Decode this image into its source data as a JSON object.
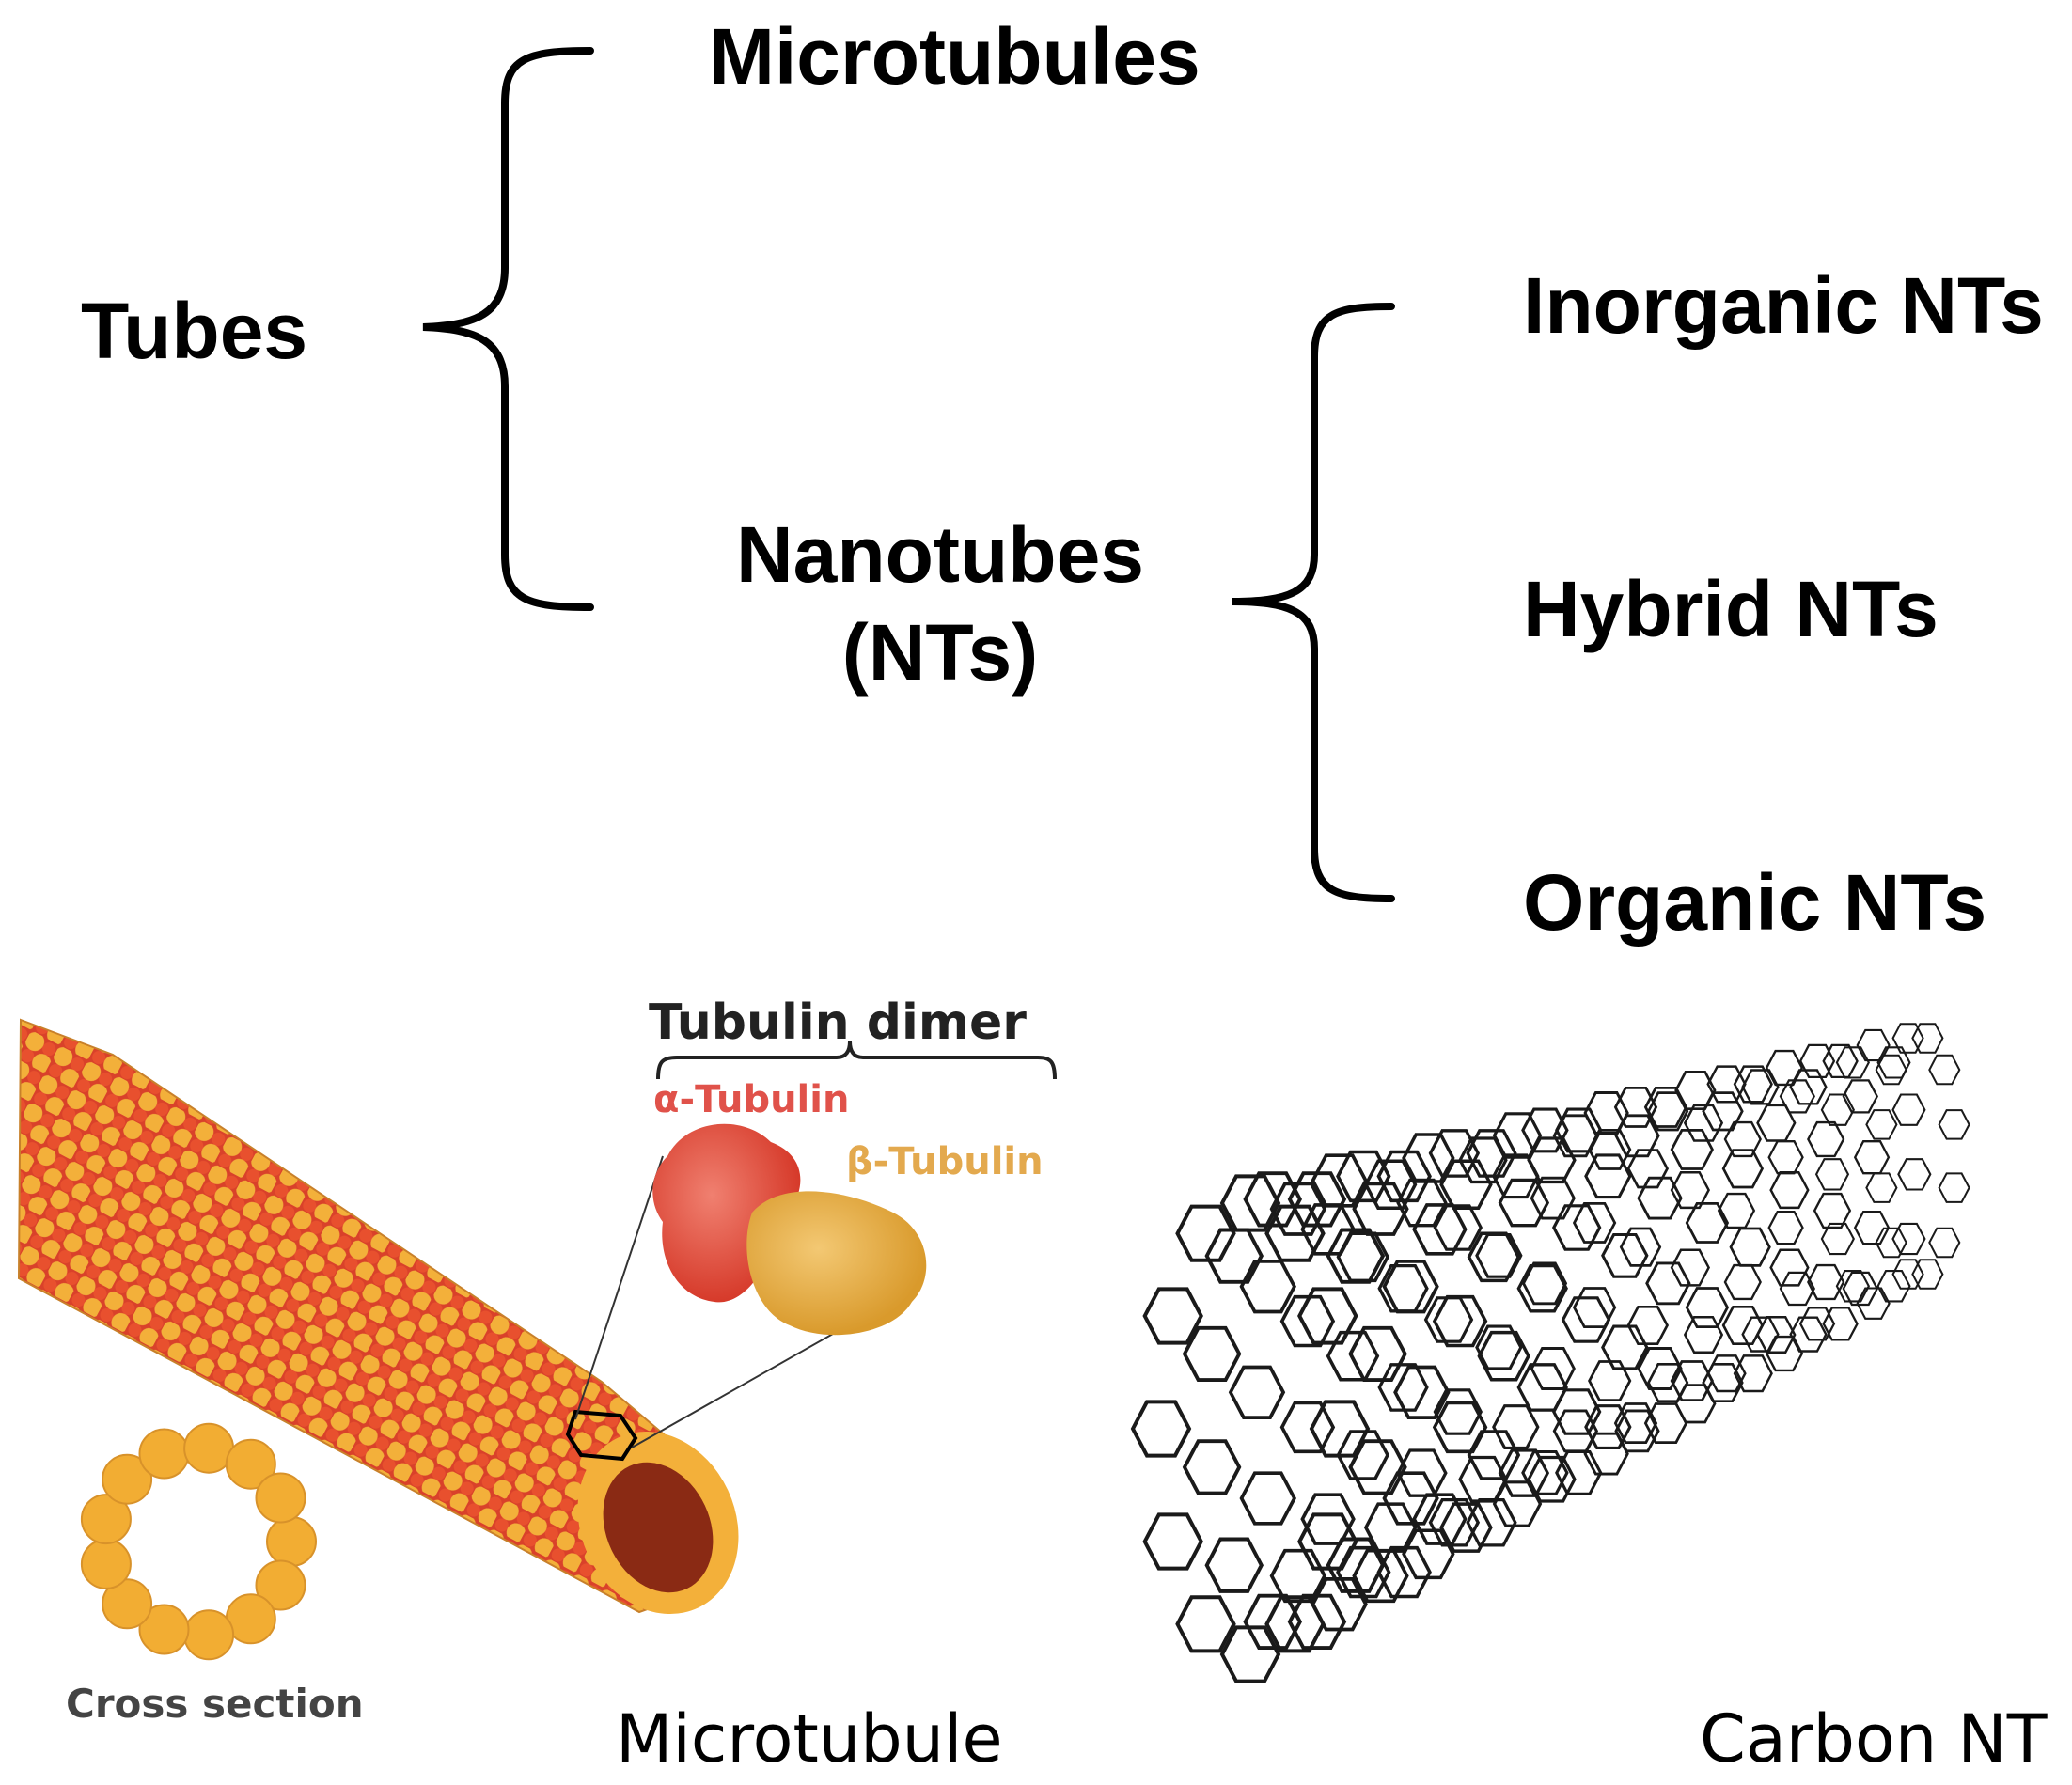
{
  "tree": {
    "root": "Tubes",
    "microtubules": "Microtubules",
    "nanotubes_line1": "Nanotubes",
    "nanotubes_line2": "(NTs)",
    "inorganic": "Inorganic NTs",
    "hybrid": "Hybrid NTs",
    "organic": "Organic NTs"
  },
  "microtubule_panel": {
    "dimer_label": "Tubulin dimer",
    "alpha_label": "α-Tubulin",
    "beta_label": "β-Tubulin",
    "cross_section_label": "Cross section",
    "caption": "Microtubule"
  },
  "carbon_panel": {
    "caption": "Carbon NT"
  },
  "colors": {
    "alpha_tubulin": "#e2452b",
    "beta_tubulin": "#f2ad33",
    "alpha_text": "#e0524a",
    "beta_text": "#e3a94e",
    "carbon": "#1a1a1a"
  }
}
